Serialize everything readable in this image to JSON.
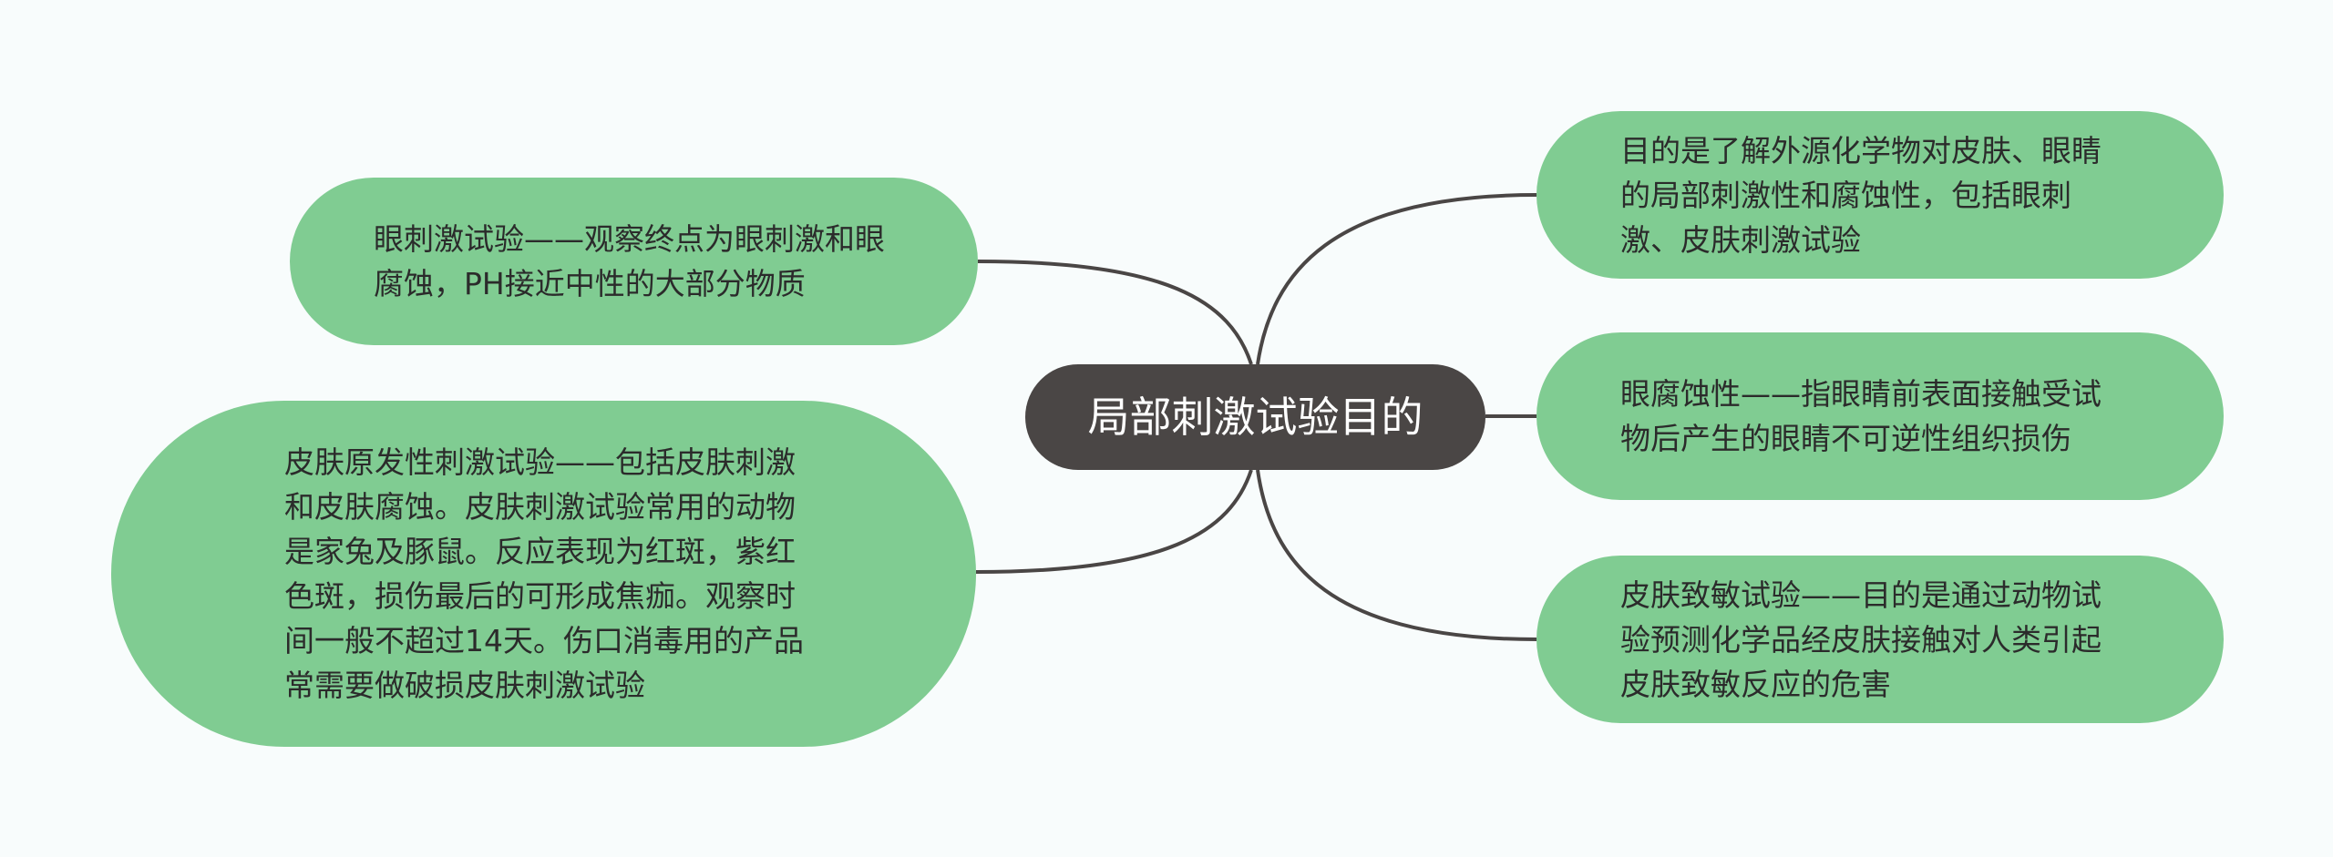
{
  "mindmap": {
    "root": {
      "label": "局部刺激试验目的"
    },
    "left_branches": [
      {
        "id": "eye-irritation",
        "text": "眼刺激试验——观察终点为眼刺激和眼腐蚀，PH接近中性的大部分物质"
      },
      {
        "id": "skin-primary",
        "text": "皮肤原发性刺激试验——包括皮肤刺激和皮肤腐蚀。皮肤刺激试验常用的动物是家兔及豚鼠。反应表现为红斑，紫红色斑，损伤最后的可形成焦痂。观察时间一般不超过14天。伤口消毒用的产品常需要做破损皮肤刺激试验"
      }
    ],
    "right_branches": [
      {
        "id": "purpose",
        "text": "目的是了解外源化学物对皮肤、眼睛的局部刺激性和腐蚀性，包括眼刺激、皮肤刺激试验"
      },
      {
        "id": "eye-corrosion",
        "text": "眼腐蚀性——指眼睛前表面接触受试物后产生的眼睛不可逆性组织损伤"
      },
      {
        "id": "sensitization",
        "text": "皮肤致敏试验——目的是通过动物试验预测化学品经皮肤接触对人类引起皮肤致敏反应的危害"
      }
    ]
  },
  "colors": {
    "background": "#f8fcfc",
    "root_fill": "#4a4645",
    "root_text": "#ffffff",
    "leaf_fill": "#80cc92",
    "leaf_text": "#2b2b2b",
    "connector": "#4a4645"
  }
}
